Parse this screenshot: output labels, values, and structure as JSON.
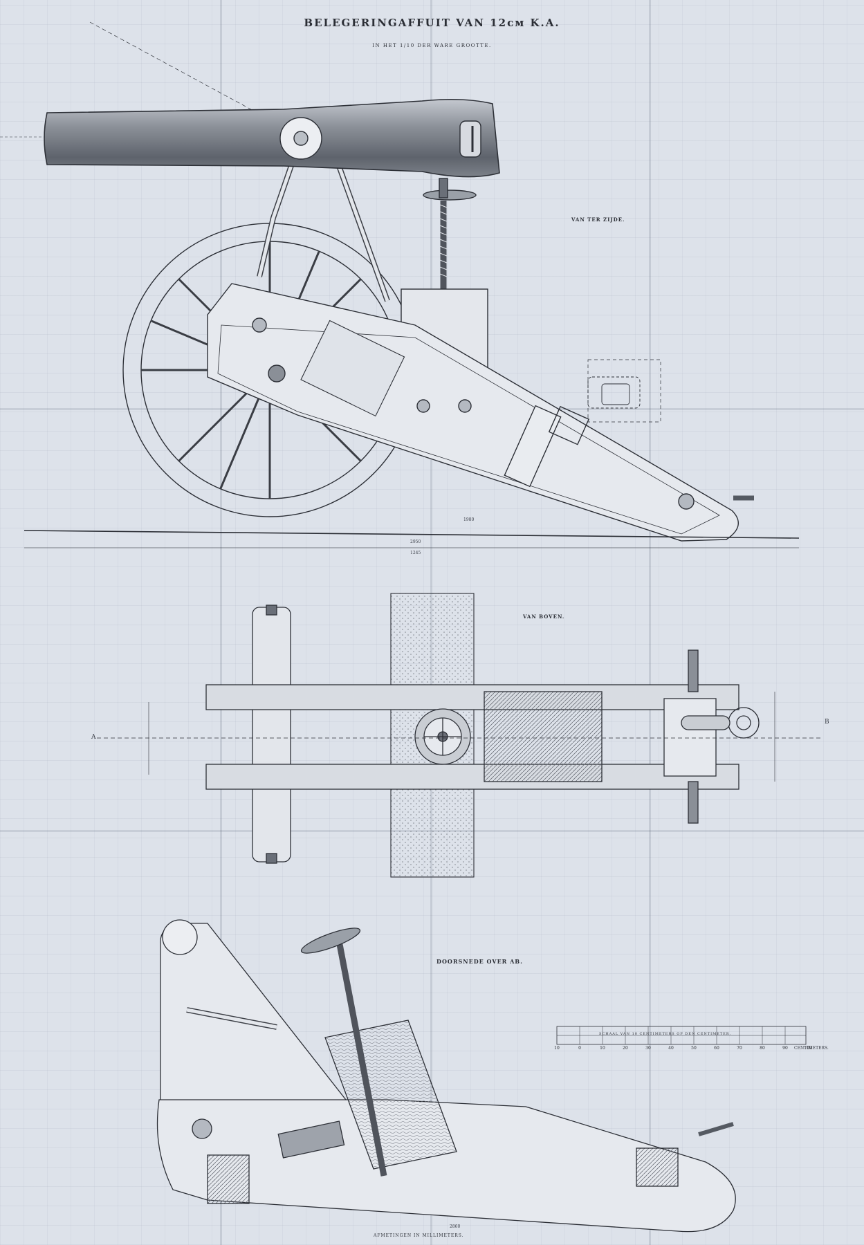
{
  "title": "BELEGERINGAFFUIT VAN 12ᴄᴍ K.A.",
  "subtitle": "IN HET 1/10 DER WARE GROOTTE.",
  "views": {
    "side": "VAN TER ZIJDE.",
    "top": "VAN BOVEN.",
    "section": "DOORSNEDE OVER AB."
  },
  "scale": {
    "caption": "SCHAAL VAN 10 CENTIMETERS OP DEN CENTIMETER.",
    "ticks": [
      "10",
      "0",
      "10",
      "20",
      "30",
      "40",
      "50",
      "60",
      "70",
      "80",
      "90",
      "100"
    ],
    "unit": "CENTIMETERS."
  },
  "markers": {
    "a": "A",
    "b": "B"
  },
  "dimensions": {
    "side_lower": "1980",
    "side_bottom_1": "2950",
    "side_bottom_2": "1245",
    "section_bottom": "2860"
  },
  "bottom_note": "AFMETINGEN IN MILLIMETERS."
}
